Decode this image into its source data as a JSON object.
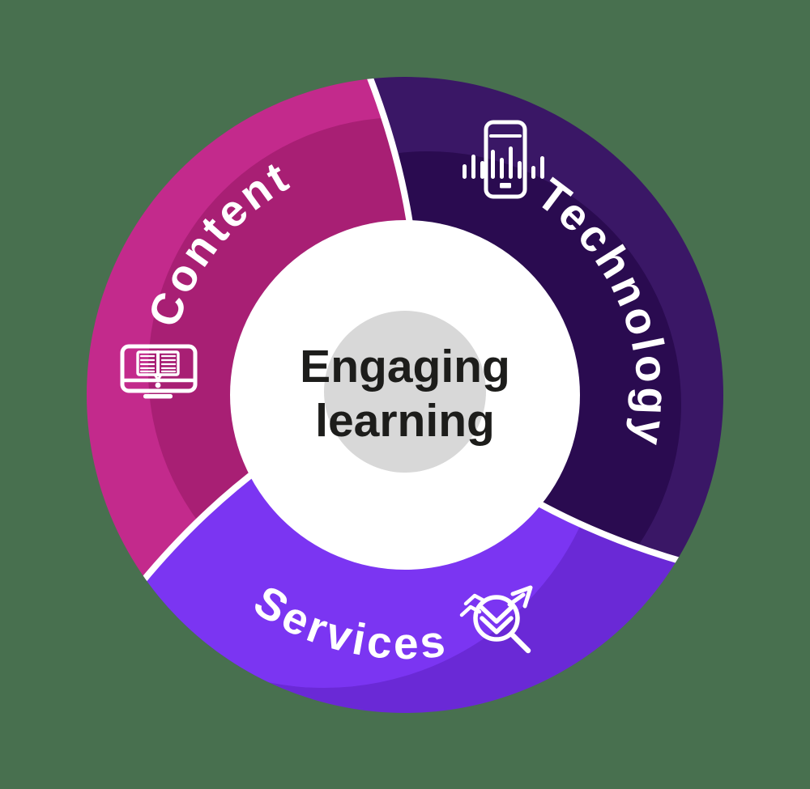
{
  "background_color": "#48704f",
  "divider_color": "#ffffff",
  "label_color": "#ffffff",
  "icon_color": "#ffffff",
  "center": {
    "line1": "Engaging",
    "line2": "learning",
    "text_color": "#1d1d1b",
    "inner_circle_color": "#ffffff",
    "dot_color": "#d8d8d8"
  },
  "segments": [
    {
      "id": "technology",
      "label": "Technology",
      "color": "#3a1766",
      "color_dark": "#2a0b50",
      "icon": "smartphone-soundwave-icon"
    },
    {
      "id": "services",
      "label": "Services",
      "color": "#7b35f2",
      "color_dark": "#6a29d6",
      "icon": "magnifier-growth-arrow-icon"
    },
    {
      "id": "content",
      "label": "Content",
      "color": "#c32a8c",
      "color_dark": "#a81f74",
      "icon": "monitor-book-icon"
    }
  ]
}
